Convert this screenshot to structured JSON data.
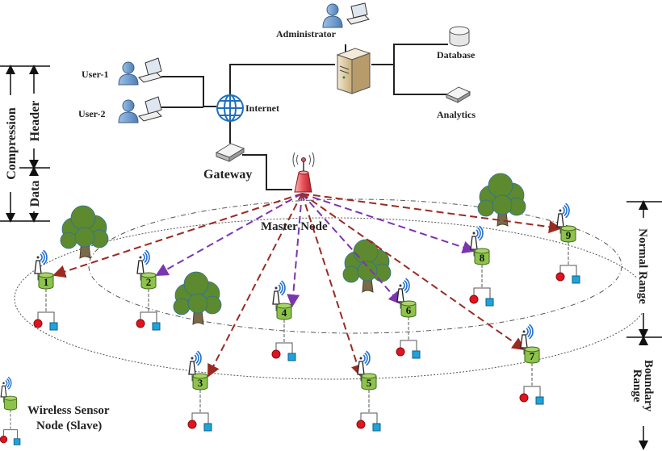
{
  "labels": {
    "administrator": "Administrator",
    "user1": "User-1",
    "user2": "User-2",
    "internet": "Internet",
    "database": "Database",
    "analytics": "Analytics",
    "gateway": "Gateway",
    "master_node": "Master Node",
    "legend_line1": "Wireless Sensor",
    "legend_line2": "Node (Slave)"
  },
  "left_scale": {
    "compression": "Compression",
    "header": "Header",
    "data": "Data"
  },
  "right_scale": {
    "normal_range": "Normal Range",
    "boundary_range_line1": "Boundary",
    "boundary_range_line2": "Range"
  },
  "sensor_nodes": [
    {
      "id": "1",
      "link": "red"
    },
    {
      "id": "2",
      "link": "purple"
    },
    {
      "id": "3",
      "link": "red"
    },
    {
      "id": "4",
      "link": "purple"
    },
    {
      "id": "5",
      "link": "red"
    },
    {
      "id": "6",
      "link": "purple"
    },
    {
      "id": "7",
      "link": "red"
    },
    {
      "id": "8",
      "link": "purple"
    },
    {
      "id": "9",
      "link": "red"
    }
  ],
  "colors": {
    "red_link": "#9b2a22",
    "purple_link": "#7b35b0",
    "node_green": "#8dc34a",
    "globe_blue": "#1f6fbf",
    "sensor_red": "#e0141e",
    "sensor_blue": "#1fa3dc",
    "tree_green": "#5d8a2e"
  }
}
